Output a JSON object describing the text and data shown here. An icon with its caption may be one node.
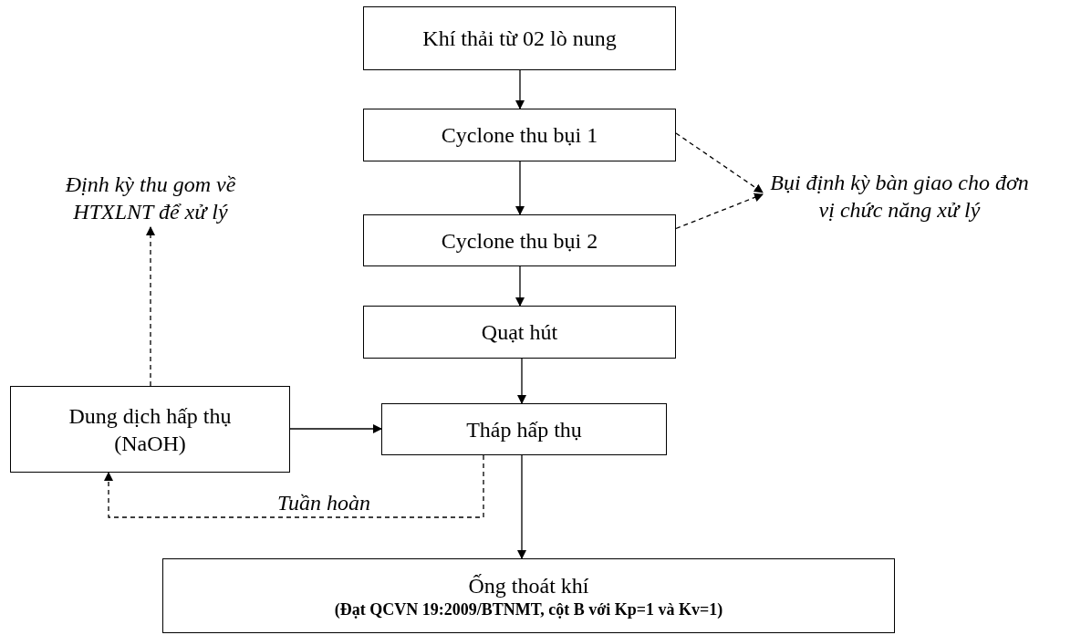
{
  "diagram": {
    "nodes": [
      {
        "text": [
          "Khí thải từ 02 lò nung"
        ]
      },
      {
        "text": [
          "Cyclone thu bụi 1"
        ]
      },
      {
        "text": [
          "Cyclone thu bụi 2"
        ]
      },
      {
        "text": [
          "Quạt hút"
        ]
      },
      {
        "text": [
          "Tháp hấp thụ"
        ]
      },
      {
        "text": [
          "Dung dịch hấp thụ (NaOH)"
        ]
      },
      {
        "text": [
          "Ống thoát khí",
          "(Đạt QCVN 19:2009/BTNMT, cột B với Kp=1 và Kv=1)"
        ]
      },
      {
        "text": [
          "Bụi định kỳ bàn giao cho đơn vị chức năng xử lý"
        ]
      },
      {
        "text": [
          "Định kỳ thu gom về HTXLNT để xử lý"
        ]
      }
    ],
    "edges": [
      {
        "from": 0,
        "to": 1,
        "arrow": "to"
      },
      {
        "from": 1,
        "to": 2,
        "arrow": "to"
      },
      {
        "from": 2,
        "to": 3,
        "arrow": "to"
      },
      {
        "from": 3,
        "to": 4,
        "arrow": "to"
      },
      {
        "from": 4,
        "to": 6,
        "arrow": "to"
      },
      {
        "from": 1,
        "to": 7,
        "arrow": "to",
        "style": "dashed"
      },
      {
        "from": 2,
        "to": 7,
        "arrow": "to",
        "style": "dashed"
      },
      {
        "from": 5,
        "to": 8,
        "arrow": "to",
        "style": "dashed"
      },
      {
        "from": 5,
        "to": 4,
        "arrow": "to"
      },
      {
        "from": 4,
        "to": 5,
        "arrow": "to",
        "style": "dashed",
        "label": "Tuần hoàn"
      }
    ]
  }
}
